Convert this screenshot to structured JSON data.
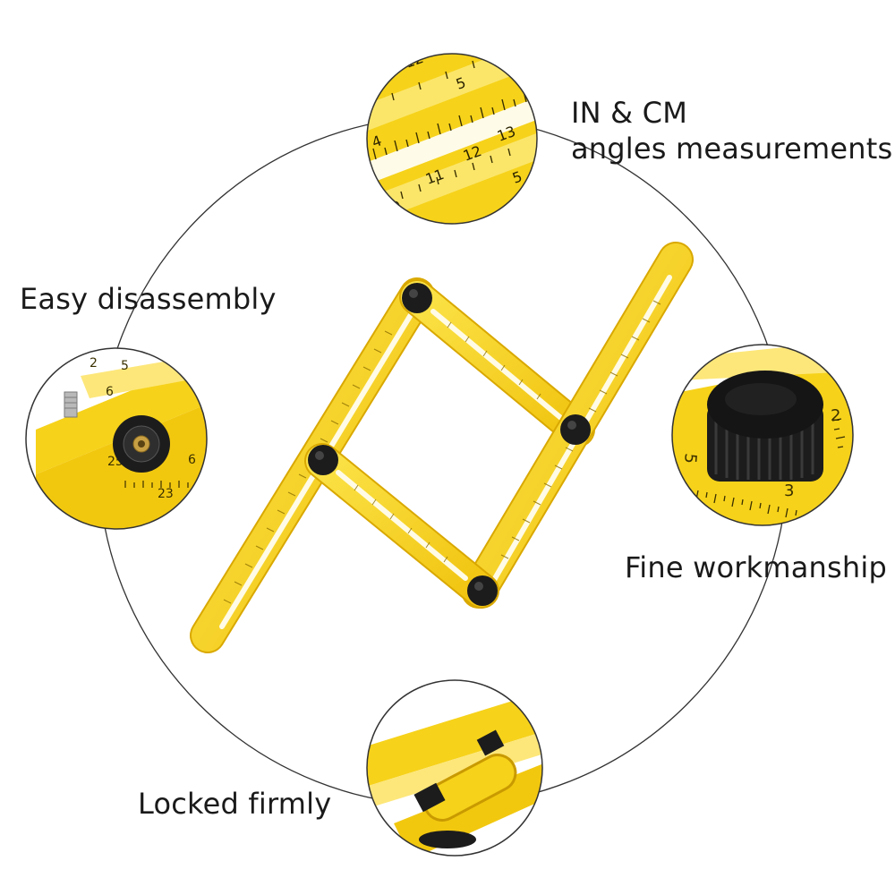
{
  "labels": {
    "units_line1": "IN & CM",
    "units_line2": "angles measurements",
    "disassembly": "Easy disassembly",
    "workmanship": "Fine workmanship",
    "locked": "Locked firmly"
  },
  "colors": {
    "ruler_yellow": "#f6d21a",
    "ruler_edge": "#d9a800",
    "knob_black": "#1c1c1c",
    "circle_line": "#333333",
    "text": "#1a1a1a"
  },
  "icons": {
    "joint": "black-pivot-knob",
    "nut": "brass-nut",
    "bolt": "threaded-bolt"
  }
}
